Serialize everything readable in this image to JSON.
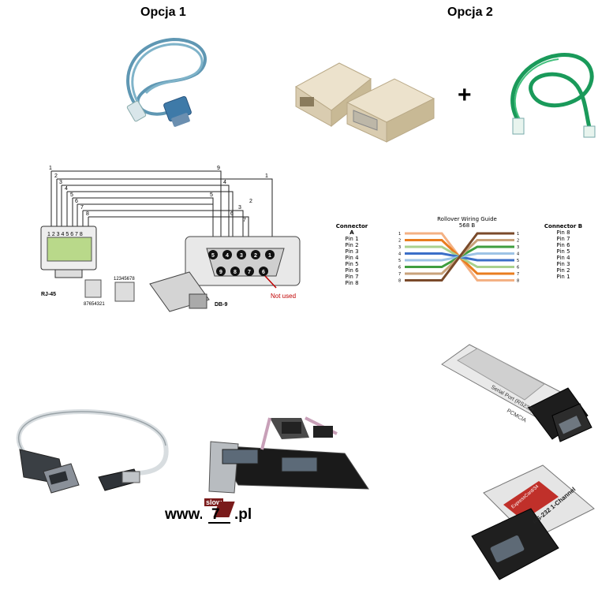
{
  "options": {
    "option1_title": "Opcja 1",
    "option2_title": "Opcja 2",
    "plus_sign": "+"
  },
  "pinout": {
    "wire_numbers_left": [
      "1",
      "2",
      "3",
      "4",
      "5",
      "6",
      "7",
      "8"
    ],
    "wire_numbers_right": [
      "9",
      "1",
      "4",
      "5",
      "2",
      "3",
      "6",
      "7"
    ],
    "rj45_label": "RJ-45",
    "rj45_pin_row": "1 2 3 4 5 6 7 8",
    "plug_numbers": "87654321",
    "jack_numbers": "12345678",
    "db9_label": "DB-9",
    "db9_top_pins": [
      "5",
      "4",
      "3",
      "2",
      "1"
    ],
    "db9_bottom_pins": [
      "9",
      "8",
      "7",
      "6"
    ],
    "not_used_label": "Not used"
  },
  "rollover": {
    "title": "Rollover Wiring Guide",
    "subtitle": "568 B",
    "connector_a_title": "Connector",
    "connector_a_sub": "A",
    "connector_a_pins": [
      "Pin 1",
      "Pin 2",
      "Pin 3",
      "Pin 4",
      "Pin 5",
      "Pin 6",
      "Pin 7",
      "Pin 8"
    ],
    "connector_b_title": "Connector B",
    "connector_b_pins": [
      "Pin 8",
      "Pin 7",
      "Pin 6",
      "Pin 5",
      "Pin 4",
      "Pin 3",
      "Pin 2",
      "Pin 1"
    ],
    "wire_colors": [
      "#f4b183",
      "#e97d1f",
      "#a9d18e",
      "#3b6fc8",
      "#9dc3e6",
      "#3f9e3f",
      "#c9a27a",
      "#7a4a2a"
    ]
  },
  "hardware": {
    "pcmcia_label": "Serial Port (RS232)",
    "pcmcia_brand": "PCMCIA",
    "expresscard_label": "RS-232 1-Channel",
    "expresscard_brand": "ExpressCard/34"
  },
  "watermark": {
    "prefix": "www.",
    "badge_top": "slow",
    "badge_num": "7",
    "suffix": ".pl"
  },
  "colors": {
    "cable_blue": "#5f97b3",
    "cable_green": "#1a9a5a",
    "beige": "#e5d8bd",
    "dark_red": "#7a1b1b"
  }
}
